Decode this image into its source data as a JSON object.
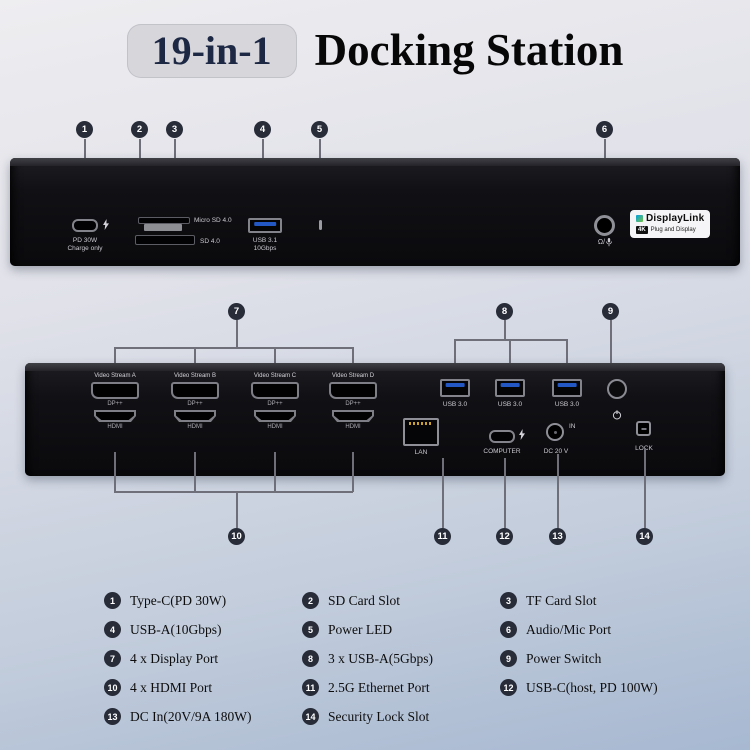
{
  "header": {
    "badge": "19-in-1",
    "title": "Docking Station"
  },
  "front": {
    "callouts": [
      "1",
      "2",
      "3",
      "4",
      "5",
      "6"
    ],
    "usbc_line1": "PD 30W",
    "usbc_line2": "Charge only",
    "micro_sd_label": "Micro SD 4.0",
    "sd_label": "SD 4.0",
    "usb_line1": "USB 3.1",
    "usb_line2": "10Gbps",
    "audio_prefix": "Ω/",
    "displaylink": {
      "brand": "DisplayLink",
      "badge": "4K",
      "tagline": "Plug and Display"
    }
  },
  "back": {
    "top_callouts": [
      "7",
      "8",
      "9"
    ],
    "bottom_callouts": [
      "10",
      "11",
      "12",
      "13",
      "14"
    ],
    "video_streams": [
      {
        "label": "Video Stream A",
        "dp": "DP++",
        "hdmi": "HDMI"
      },
      {
        "label": "Video Stream B",
        "dp": "DP++",
        "hdmi": "HDMI"
      },
      {
        "label": "Video Stream C",
        "dp": "DP++",
        "hdmi": "HDMI"
      },
      {
        "label": "Video Stream D",
        "dp": "DP++",
        "hdmi": "HDMI"
      }
    ],
    "usb_ports": [
      "USB 3.0",
      "USB 3.0",
      "USB 3.0"
    ],
    "lan_label": "LAN",
    "computer_label": "COMPUTER",
    "dc_in_label": "IN",
    "dc_label": "DC 20 V",
    "lock_label": "LOCK"
  },
  "legend": {
    "items": [
      {
        "num": "1",
        "text": "Type-C(PD 30W)"
      },
      {
        "num": "2",
        "text": "SD Card Slot"
      },
      {
        "num": "3",
        "text": "TF Card Slot"
      },
      {
        "num": "4",
        "text": "USB-A(10Gbps)"
      },
      {
        "num": "5",
        "text": "Power LED"
      },
      {
        "num": "6",
        "text": "Audio/Mic Port"
      },
      {
        "num": "7",
        "text": "4 x Display Port"
      },
      {
        "num": "8",
        "text": "3 x USB-A(5Gbps)"
      },
      {
        "num": "9",
        "text": "Power Switch"
      },
      {
        "num": "10",
        "text": "4 x HDMI Port"
      },
      {
        "num": "11",
        "text": "2.5G Ethernet Port"
      },
      {
        "num": "12",
        "text": "USB-C(host, PD 100W)"
      },
      {
        "num": "13",
        "text": "DC In(20V/9A 180W)"
      },
      {
        "num": "14",
        "text": "Security Lock Slot"
      }
    ]
  },
  "colors": {
    "device_body": "#0e0f12",
    "usb3_blue": "#2257c4",
    "callout_circle": "#272c38",
    "badge_text": "#1d2844",
    "displaylink_bg": "#f5f5f7"
  }
}
